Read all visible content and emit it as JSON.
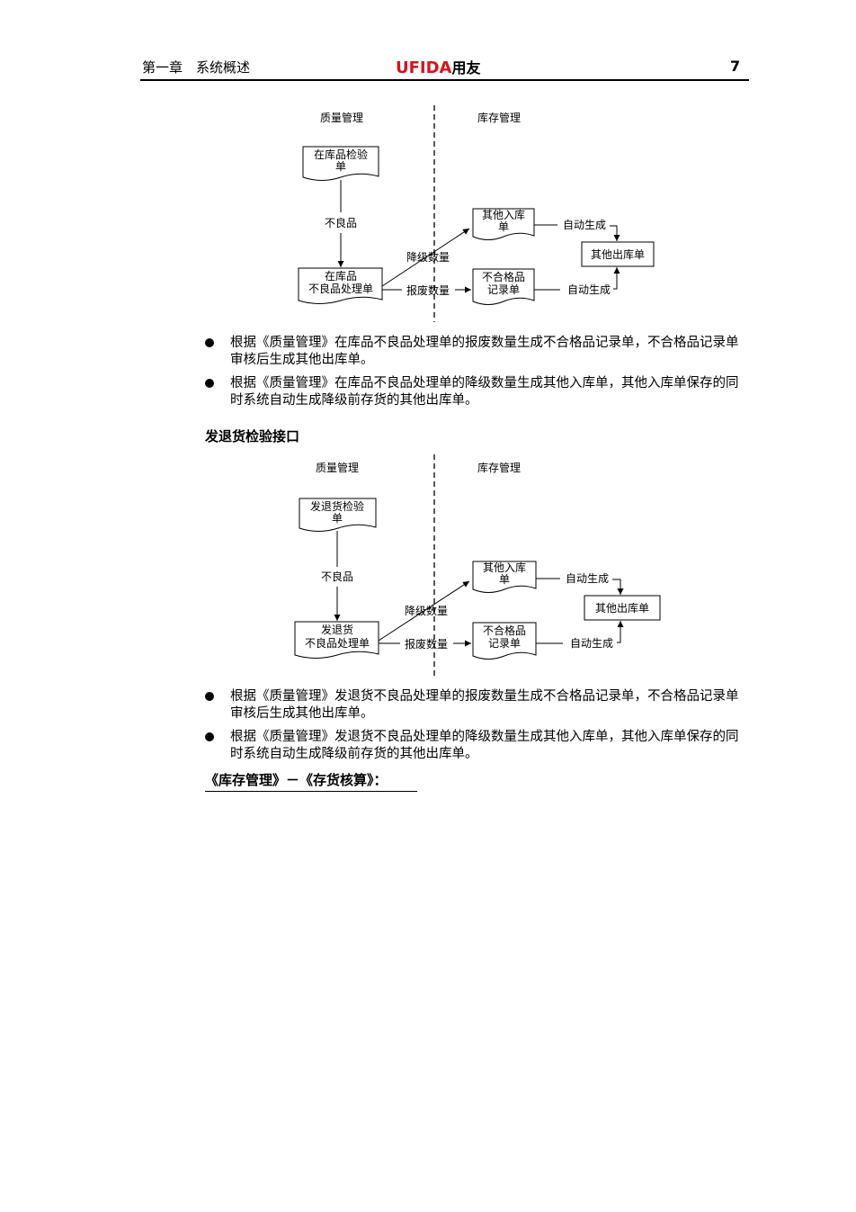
{
  "header": {
    "chapter": "第一章　系统概述",
    "brand": "UFIDA",
    "brand_cn": "用友",
    "page_number": "7",
    "brand_color": "#d7141a"
  },
  "diagram1": {
    "left_title": "质量管理",
    "right_title": "库存管理",
    "source_doc": [
      "在库品检验",
      "单"
    ],
    "defect_label": "不良品",
    "process_doc": [
      "在库品",
      "不良品处理单"
    ],
    "downgrade_label": "降级数量",
    "scrap_label": "报废数量",
    "other_in_doc": [
      "其他入库",
      "单"
    ],
    "unqualified_doc": [
      "不合格品",
      "记录单"
    ],
    "auto_label_top": "自动生成",
    "auto_label_bottom": "自动生成",
    "other_out_doc": "其他出库单"
  },
  "bullets1": [
    "根据《质量管理》在库品不良品处理单的报废数量生成不合格品记录单，不合格品记录单审核后生成其他出库单。",
    "根据《质量管理》在库品不良品处理单的降级数量生成其他入库单，其他入库单保存的同时系统自动生成降级前存货的其他出库单。"
  ],
  "section2_title": "发退货检验接口",
  "diagram2": {
    "left_title": "质量管理",
    "right_title": "库存管理",
    "source_doc": [
      "发退货检验",
      "单"
    ],
    "defect_label": "不良品",
    "process_doc": [
      "发退货",
      "不良品处理单"
    ],
    "downgrade_label": "降级数量",
    "scrap_label": "报废数量",
    "other_in_doc": [
      "其他入库",
      "单"
    ],
    "unqualified_doc": [
      "不合格品",
      "记录单"
    ],
    "auto_label_top": "自动生成",
    "auto_label_bottom": "自动生成",
    "other_out_doc": "其他出库单"
  },
  "bullets2": [
    "根据《质量管理》发退货不良品处理单的报废数量生成不合格品记录单，不合格品记录单审核后生成其他出库单。",
    "根据《质量管理》发退货不良品处理单的降级数量生成其他入库单，其他入库单保存的同时系统自动生成降级前存货的其他出库单。"
  ],
  "footer_title": "《库存管理》－《存货核算》："
}
